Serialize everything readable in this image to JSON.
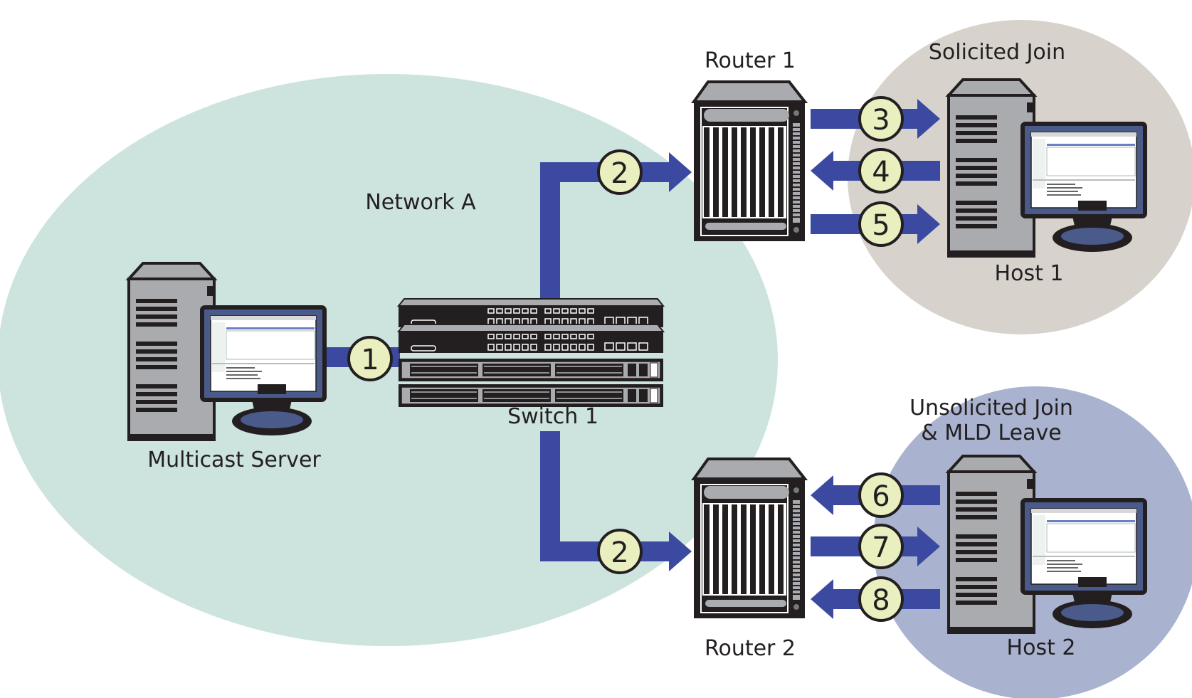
{
  "zones": {
    "network_a": "Network A",
    "solicited": "Solicited Join",
    "unsolicited_line1": "Unsolicited Join",
    "unsolicited_line2": "& MLD Leave"
  },
  "devices": {
    "router1": "Router 1",
    "router2": "Router 2",
    "host1": "Host 1",
    "host2": "Host 2",
    "switch1": "Switch 1",
    "server": "Multicast Server"
  },
  "steps": [
    "1",
    "2",
    "2",
    "3",
    "4",
    "5",
    "6",
    "7",
    "8"
  ],
  "colors": {
    "network_a_fill": "#cde3dd",
    "solicited_fill": "#d7d2cc",
    "unsolicited_fill": "#a9b3cf",
    "link_blue": "#3b4aa0",
    "badge_fill": "#e9efbf",
    "device_gray": "#a9abae",
    "device_dark": "#231f20"
  },
  "icons": [
    "server-tower-icon",
    "monitor-icon",
    "router-chassis-icon",
    "switch-icon",
    "arrow-icon"
  ]
}
